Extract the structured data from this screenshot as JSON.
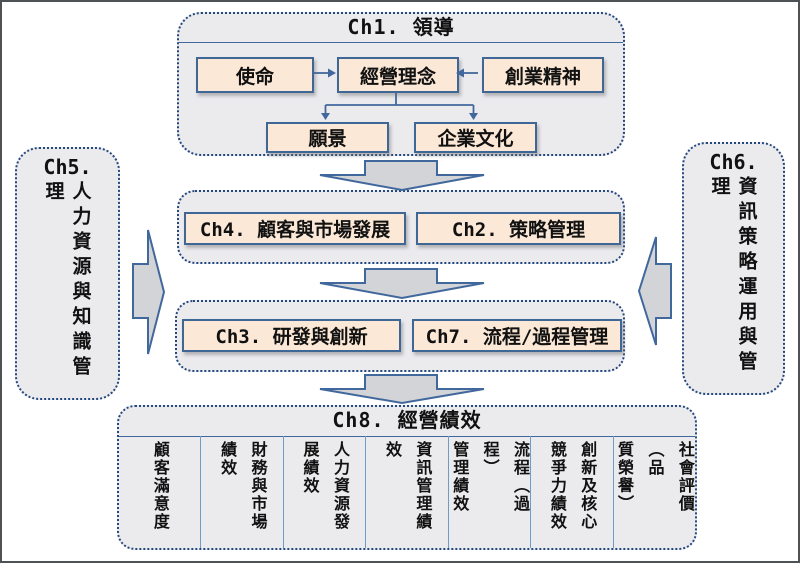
{
  "ch1": {
    "title": "Ch1. 領導",
    "mission": "使命",
    "philosophy": "經營理念",
    "entrepreneurship": "創業精神",
    "vision": "願景",
    "culture": "企業文化"
  },
  "row2": {
    "ch4": "Ch4. 顧客與市場發展",
    "ch2": "Ch2. 策略管理"
  },
  "row3": {
    "ch3": "Ch3. 研發與創新",
    "ch7": "Ch7. 流程/過程管理"
  },
  "ch5": {
    "label": "Ch5.",
    "text": "人力資源與知識管理"
  },
  "ch6": {
    "label": "Ch6.",
    "text": "資訊策略運用與管理"
  },
  "ch8": {
    "title": "Ch8. 經營績效",
    "columns": [
      "顧客滿意度",
      "財務與市場\n績效",
      "人力資源發\n展績效",
      "資訊管理績\n效",
      "流程（過程）\n管理績效",
      "創新及核心\n競爭力績效",
      "社會評價（品\n質榮譽）"
    ]
  },
  "colors": {
    "panel_bg": "#ebebee",
    "box_fill": "#fce8d6",
    "box_border": "#3f6795",
    "dotted_border": "#24477e",
    "arrow_fill": "#d3d4d8",
    "arrow_stroke": "#41689c",
    "divider": "#6f9bc7"
  }
}
